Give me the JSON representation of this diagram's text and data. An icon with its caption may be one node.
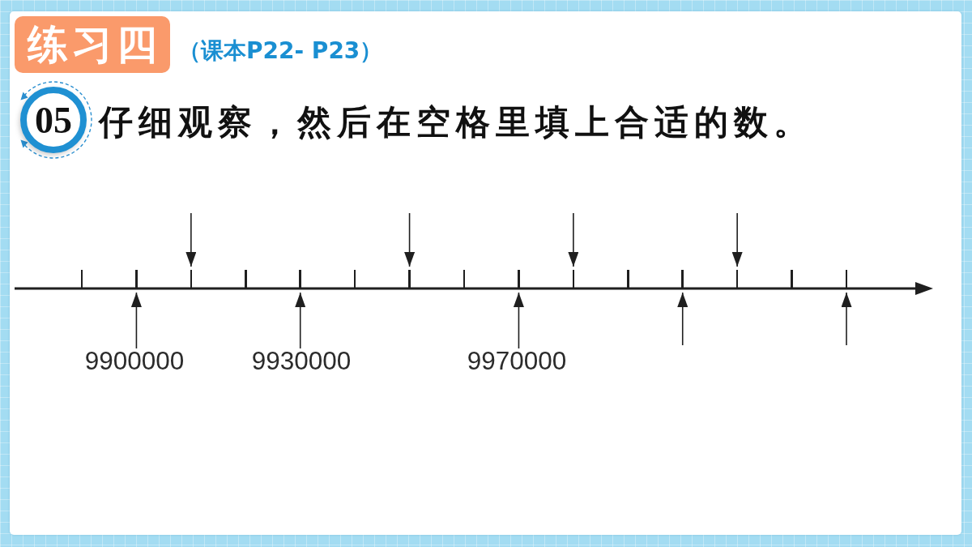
{
  "diagram": {
    "nodes": [
      {
        "text": [
          "练习四"
        ],
        "beside": [
          "（课本P22- P23）"
        ]
      },
      {
        "text": [
          "05"
        ],
        "beside": [
          "仔细观察，然后在空格里填上合适的数。"
        ]
      },
      {
        "text": [],
        "shape": "bar"
      },
      {
        "text": [],
        "shape": "bar"
      },
      {
        "text": [],
        "shape": "bar"
      },
      {
        "text": [],
        "shape": "bar"
      },
      {
        "text": [],
        "shape": "bar"
      },
      {
        "text": [],
        "shape": "bar"
      },
      {
        "text": [],
        "shape": "bar"
      },
      {
        "text": [],
        "shape": "bar"
      },
      {
        "text": [],
        "shape": "bar"
      },
      {
        "text": [],
        "shape": "bar"
      },
      {
        "text": [],
        "shape": "bar"
      },
      {
        "text": [],
        "shape": "bar"
      },
      {
        "text": [],
        "shape": "bar"
      },
      {
        "text": [],
        "shape": "bar"
      },
      {
        "text": [],
        "shape": "bar"
      },
      {
        "text": [
          "9900000"
        ]
      },
      {
        "text": [
          "9930000"
        ]
      },
      {
        "text": [
          "9970000"
        ]
      }
    ],
    "edges": [
      {
        "from": 17,
        "to": 3,
        "arrow": "to"
      },
      {
        "from": null,
        "to": 4,
        "arrow": "to"
      },
      {
        "from": 18,
        "to": 6,
        "arrow": "to"
      },
      {
        "from": null,
        "to": 8,
        "arrow": "to"
      },
      {
        "from": 19,
        "to": 10,
        "arrow": "to"
      },
      {
        "from": null,
        "to": 11,
        "arrow": "to"
      },
      {
        "from": null,
        "to": 13,
        "arrow": "to"
      },
      {
        "from": null,
        "to": 14,
        "arrow": "to"
      },
      {
        "from": null,
        "to": 16,
        "arrow": "to"
      }
    ]
  }
}
